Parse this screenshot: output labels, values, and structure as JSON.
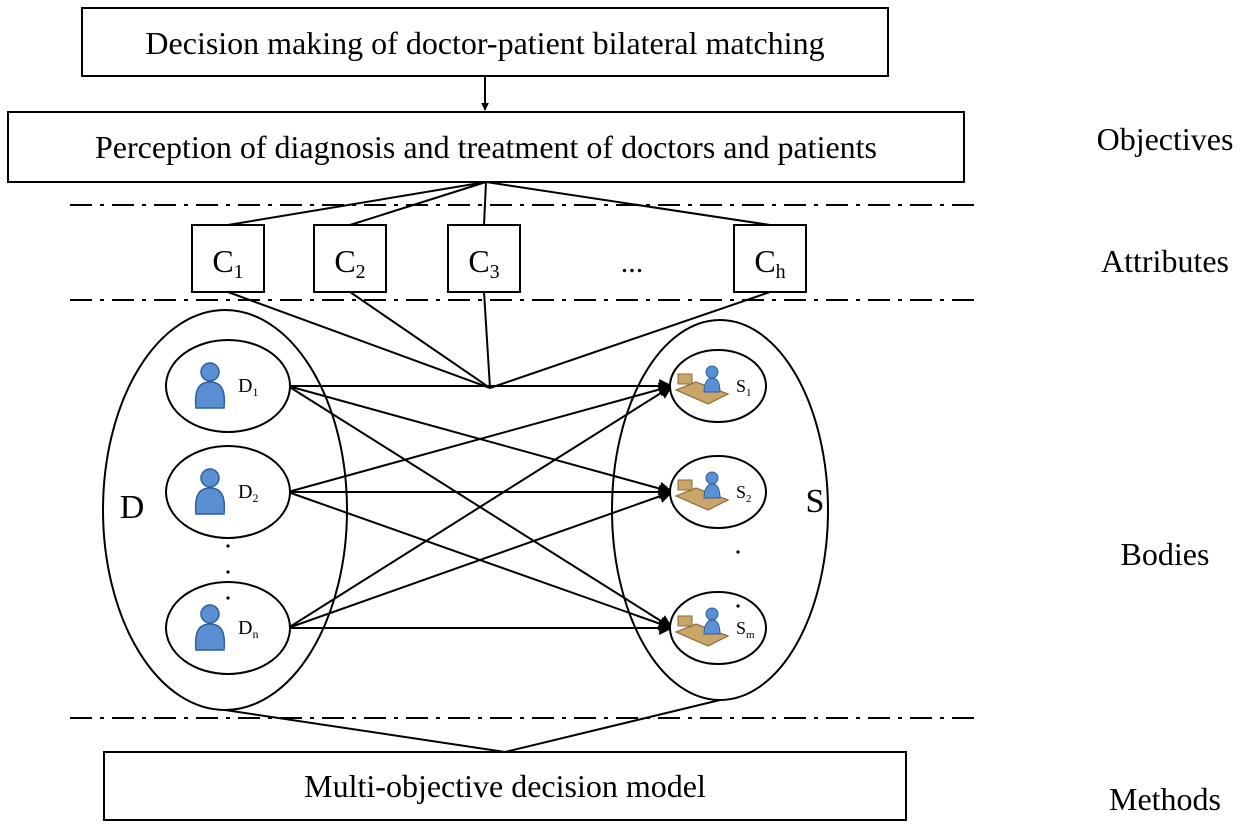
{
  "title_box": "Decision making of doctor-patient bilateral matching",
  "perception_box": "Perception of diagnosis and treatment of doctors and patients",
  "method_box": "Multi-objective decision model",
  "layers": {
    "objectives": "Objectives",
    "attributes": "Attributes",
    "bodies": "Bodies",
    "methods": "Methods"
  },
  "attributes": [
    {
      "base": "C",
      "sub": "1"
    },
    {
      "base": "C",
      "sub": "2"
    },
    {
      "base": "C",
      "sub": "3"
    },
    {
      "base": "C",
      "sub": "h"
    }
  ],
  "attribute_ellipsis": "...",
  "doctor_group_label": "D",
  "service_group_label": "S",
  "doctors": [
    {
      "base": "D",
      "sub": "1"
    },
    {
      "base": "D",
      "sub": "2"
    },
    {
      "base": "D",
      "sub": "n"
    }
  ],
  "services": [
    {
      "base": "S",
      "sub": "1"
    },
    {
      "base": "S",
      "sub": "2"
    },
    {
      "base": "S",
      "sub": "m"
    }
  ],
  "icons": {
    "doctor": "person-icon",
    "service": "workstation-icon"
  },
  "colors": {
    "person_blue": "#5b8fd4",
    "person_dark": "#2f5f9e",
    "desk_tan": "#c9a56a",
    "desk_dark": "#8a6a35"
  }
}
